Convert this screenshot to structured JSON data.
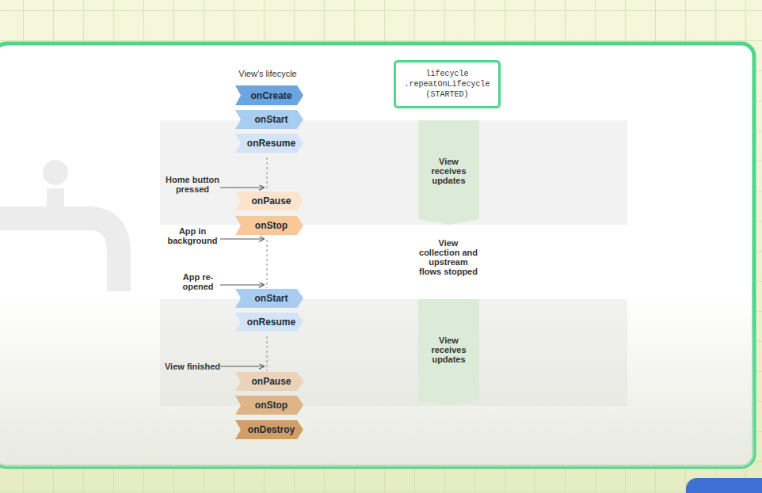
{
  "diagram": {
    "nodes": [
      {
        "text": [
          "onCreate"
        ]
      },
      {
        "text": [
          "onStart"
        ]
      },
      {
        "text": [
          "onResume"
        ]
      },
      {
        "text": [
          "onPause"
        ]
      },
      {
        "text": [
          "onStop"
        ]
      },
      {
        "text": [
          "onStart"
        ]
      },
      {
        "text": [
          "onResume"
        ]
      },
      {
        "text": [
          "onPause"
        ]
      },
      {
        "text": [
          "onStop"
        ]
      },
      {
        "text": [
          "onDestroy"
        ]
      },
      {
        "text": [
          "lifecycle .repeatOnLifecycle (STARTED)"
        ]
      },
      {
        "text": [
          "View receives updates"
        ]
      },
      {
        "text": [
          "View receives updates"
        ]
      }
    ],
    "edges": [
      {
        "from": 2,
        "to": 3,
        "arrow": "none"
      },
      {
        "from": 4,
        "to": 5,
        "arrow": "none"
      },
      {
        "from": 6,
        "to": 7,
        "arrow": "none"
      }
    ],
    "labels": [
      "View's lifecycle",
      "Home button pressed",
      "App in background",
      "App re-opened",
      "View finished",
      "View collection and upstream flows stopped"
    ]
  }
}
